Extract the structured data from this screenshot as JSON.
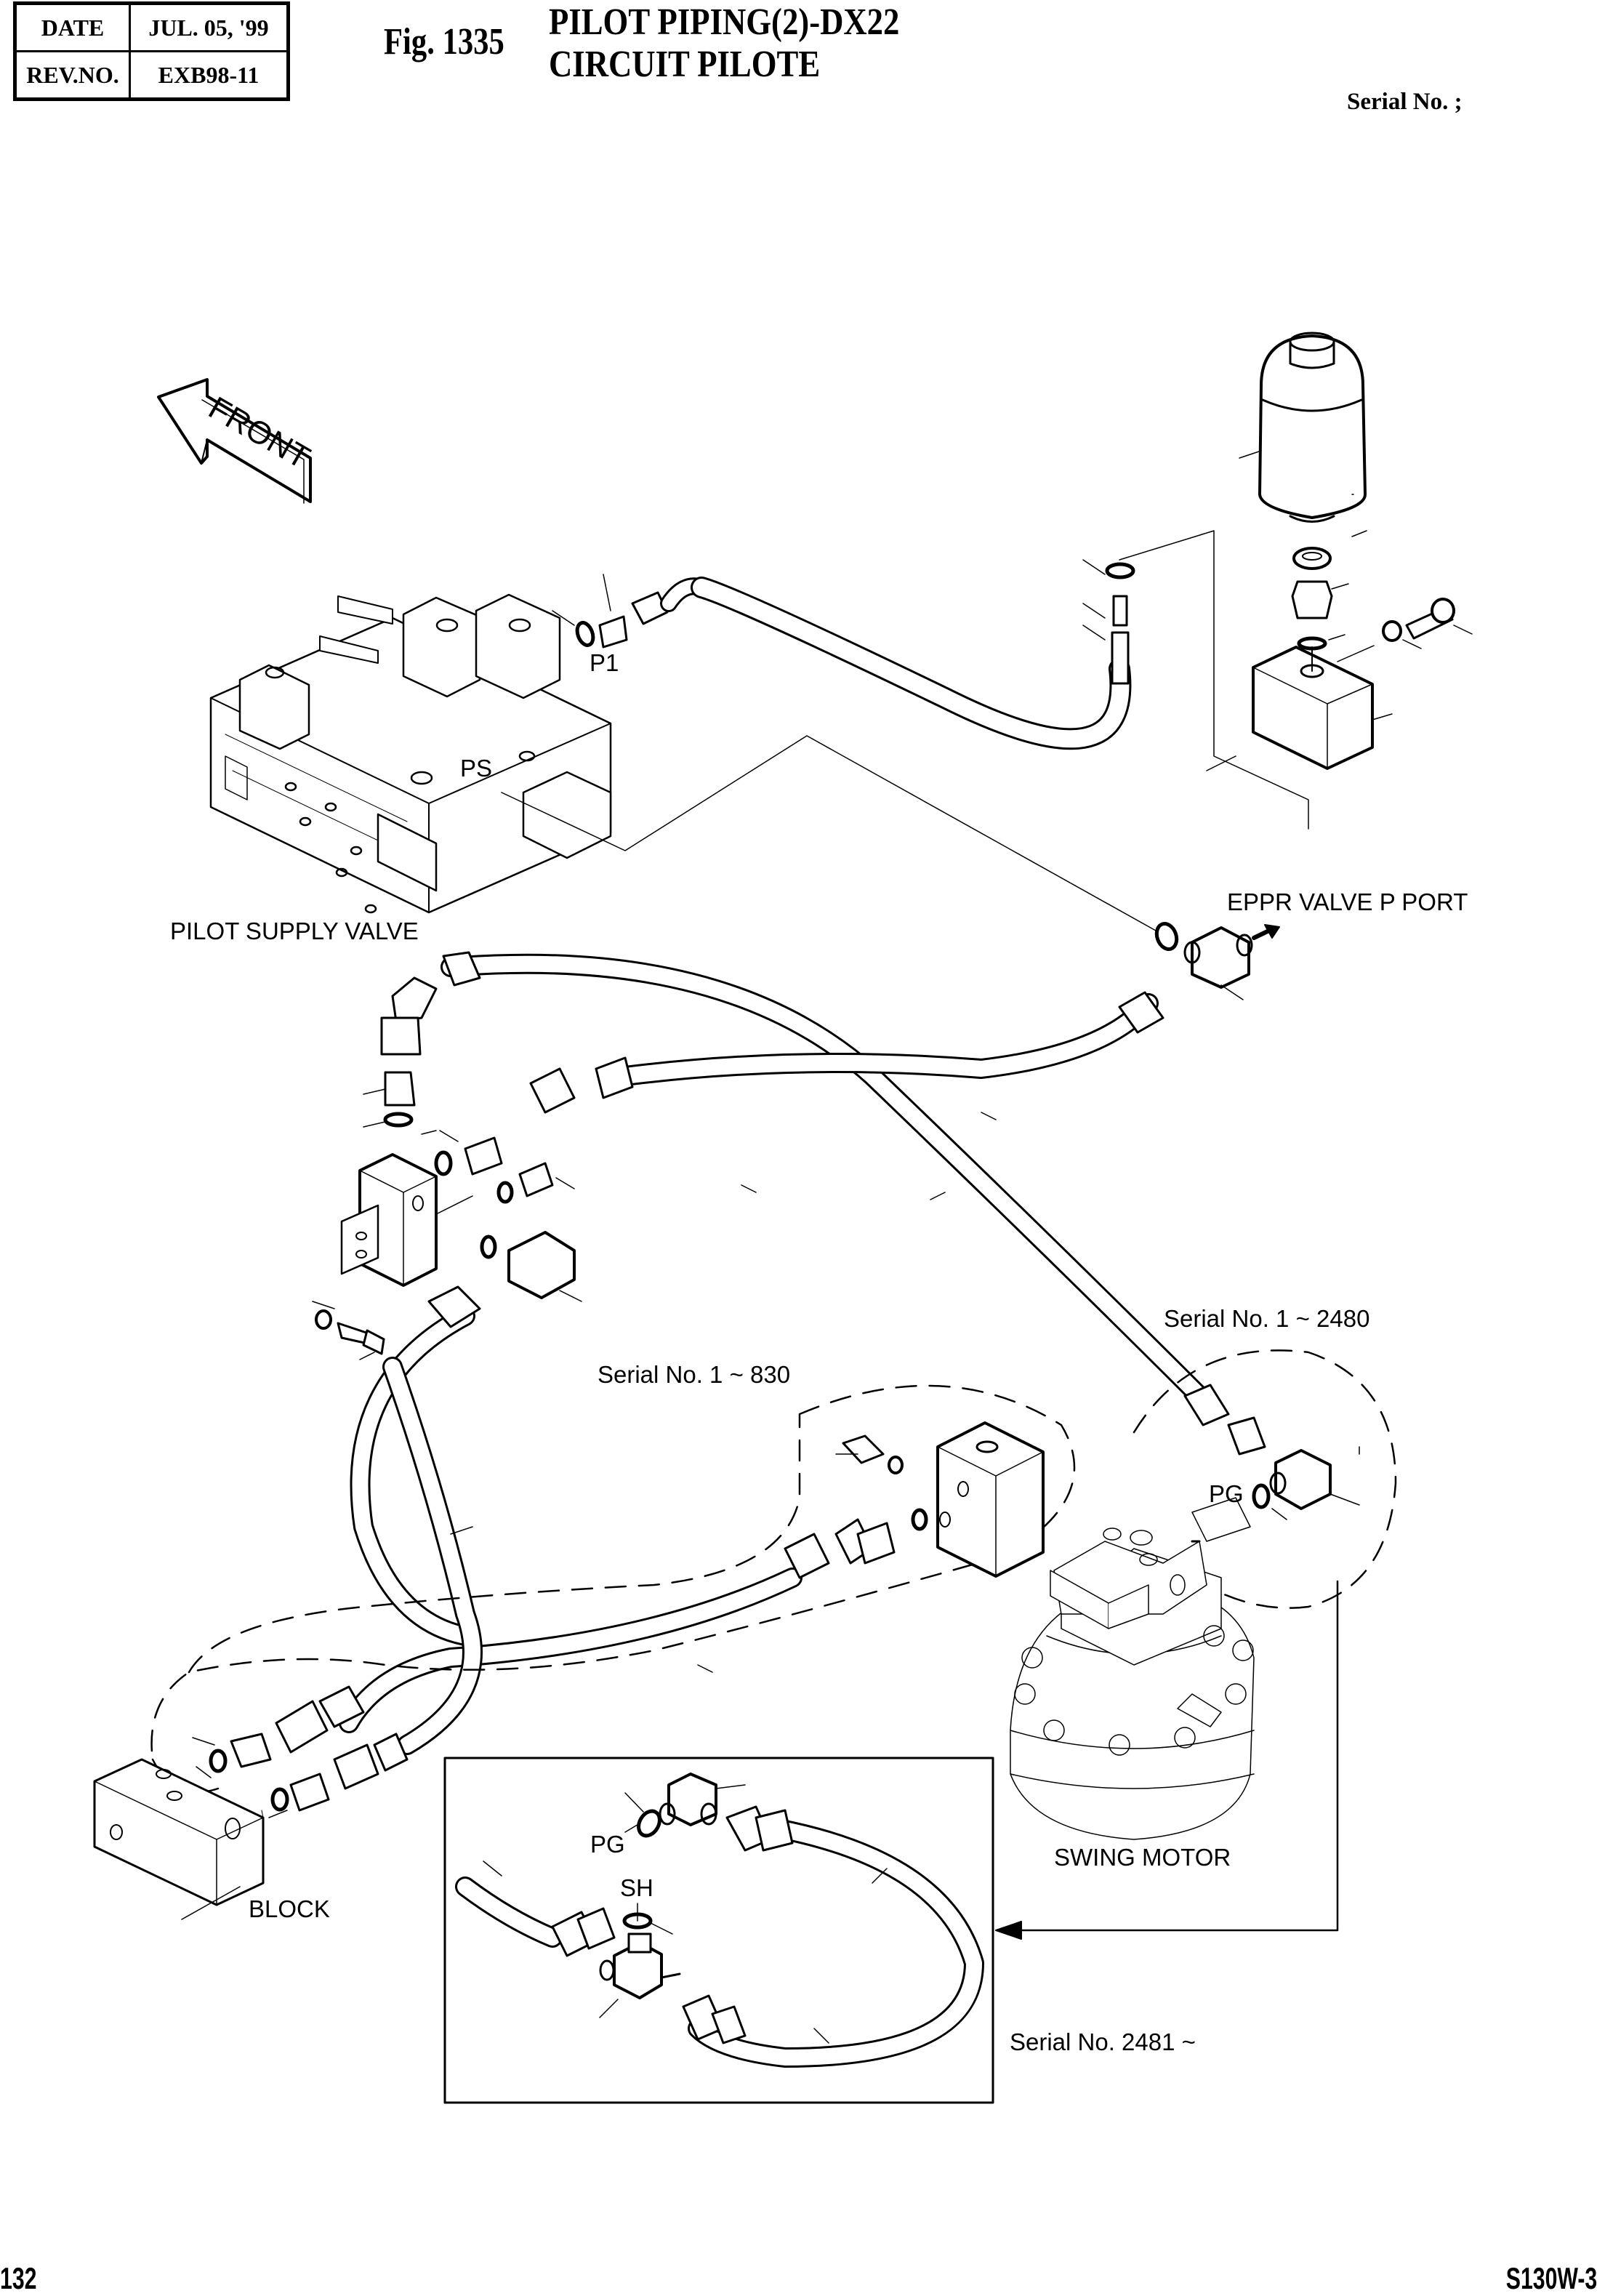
{
  "header": {
    "date_label": "DATE",
    "date_value": "JUL. 05, '99",
    "rev_label": "REV.NO.",
    "rev_value": "EXB98-11"
  },
  "figure": {
    "number": "Fig. 1335",
    "title_line1": "PILOT PIPING(2)-DX22",
    "title_line2": "CIRCUIT PILOTE",
    "serial_header": "Serial No. ;"
  },
  "direction_marker": {
    "label": "FRONT",
    "icon": "front-arrow-icon"
  },
  "labels": {
    "pilot_supply_valve": "PILOT SUPPLY VALVE",
    "port_p1": "P1",
    "port_ps": "PS",
    "eppr_valve_p_port": "EPPR VALVE P PORT",
    "serial_1_2480": "Serial No. 1 ~ 2480",
    "serial_1_830": "Serial No. 1 ~ 830",
    "port_pg_motor": "PG",
    "swing_motor": "SWING MOTOR",
    "block": "BLOCK",
    "port_pg_inset": "PG",
    "port_sh_inset": "SH",
    "serial_2481": "Serial No. 2481 ~"
  },
  "footer": {
    "page_number": "132",
    "model": "S130W-3"
  }
}
